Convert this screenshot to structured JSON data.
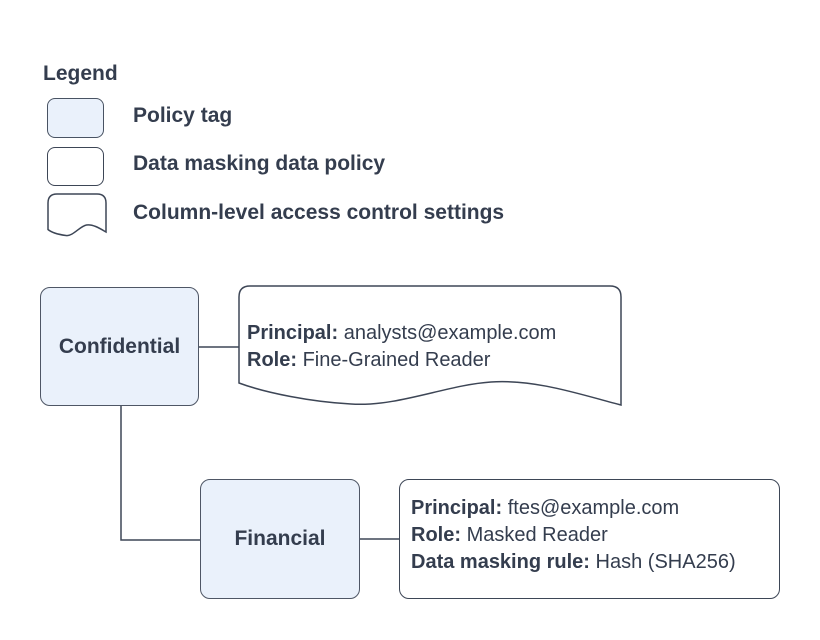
{
  "legend": {
    "title": "Legend",
    "items": [
      {
        "swatch": "policy-tag-swatch",
        "label": "Policy tag"
      },
      {
        "swatch": "data-masking-policy-swatch",
        "label": "Data masking data policy"
      },
      {
        "swatch": "column-access-settings-swatch",
        "label": "Column-level access control settings"
      }
    ]
  },
  "nodes": {
    "confidential": {
      "label": "Confidential"
    },
    "financial": {
      "label": "Financial"
    }
  },
  "analysts_settings": {
    "lines": [
      {
        "label": "Principal:",
        "value": "analysts@example.com"
      },
      {
        "label": "Role:",
        "value": "Fine-Grained Reader"
      }
    ]
  },
  "ftes_policy": {
    "lines": [
      {
        "label": "Principal:",
        "value": "ftes@example.com"
      },
      {
        "label": "Role:",
        "value": "Masked Reader"
      },
      {
        "label": "Data masking rule:",
        "value": "Hash (SHA256)"
      }
    ]
  },
  "colors": {
    "policy_tag_fill": "#eaf1fb",
    "outline": "#3d4656",
    "text": "#343d4e",
    "background": "#ffffff"
  }
}
